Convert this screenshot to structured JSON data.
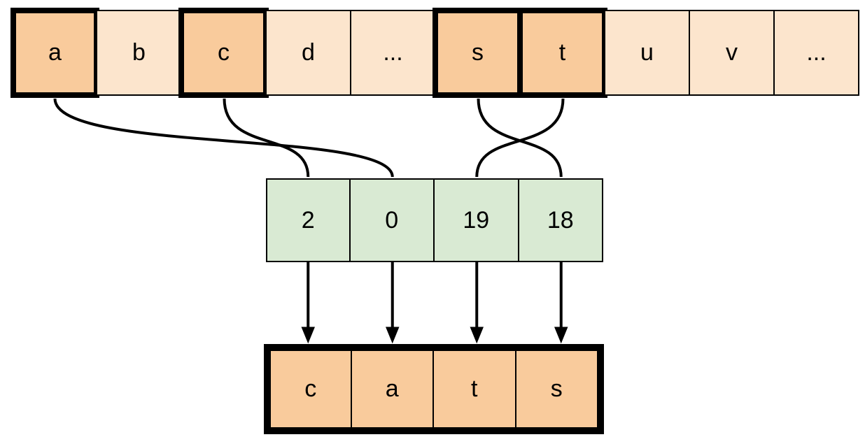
{
  "colors": {
    "highlight_fill": "#f9cb9c",
    "plain_fill": "#fce5cd",
    "index_fill": "#d9ead3",
    "stroke": "#000000"
  },
  "alphabet_row": {
    "cells": [
      {
        "label": "a",
        "highlighted": true
      },
      {
        "label": "b",
        "highlighted": false
      },
      {
        "label": "c",
        "highlighted": true
      },
      {
        "label": "d",
        "highlighted": false
      },
      {
        "label": "...",
        "highlighted": false
      },
      {
        "label": "s",
        "highlighted": true
      },
      {
        "label": "t",
        "highlighted": true
      },
      {
        "label": "u",
        "highlighted": false
      },
      {
        "label": "v",
        "highlighted": false
      },
      {
        "label": "...",
        "highlighted": false
      }
    ]
  },
  "index_row": {
    "cells": [
      {
        "label": "2"
      },
      {
        "label": "0"
      },
      {
        "label": "19"
      },
      {
        "label": "18"
      }
    ]
  },
  "word_row": {
    "cells": [
      {
        "label": "c"
      },
      {
        "label": "a"
      },
      {
        "label": "t"
      },
      {
        "label": "s"
      }
    ]
  },
  "connections": {
    "curves": [
      {
        "from_letter": "a",
        "to_index_cell": 1
      },
      {
        "from_letter": "c",
        "to_index_cell": 0
      },
      {
        "from_letter": "t",
        "to_index_cell": 2
      },
      {
        "from_letter": "s",
        "to_index_cell": 3
      }
    ],
    "arrows": [
      {
        "from_index_cell": 0,
        "to_word_cell": 0
      },
      {
        "from_index_cell": 1,
        "to_word_cell": 1
      },
      {
        "from_index_cell": 2,
        "to_word_cell": 2
      },
      {
        "from_index_cell": 3,
        "to_word_cell": 3
      }
    ]
  }
}
